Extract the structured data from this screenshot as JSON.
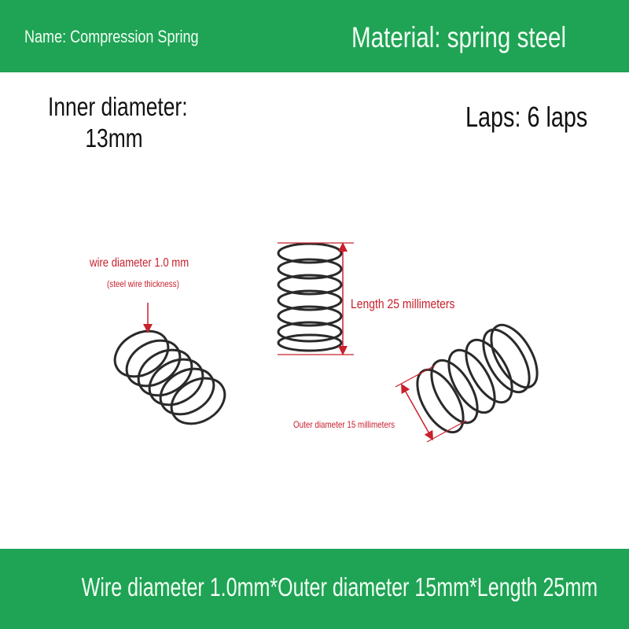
{
  "header": {
    "name_label": "Name: Compression Spring",
    "material_label": "Material: spring steel"
  },
  "specs": {
    "inner_diameter_label": "Inner diameter:",
    "inner_diameter_value": "13mm",
    "laps_label": "Laps: 6 laps"
  },
  "annotations": {
    "wire_diameter": "wire diameter 1.0 mm",
    "wire_diameter_sub": "(steel wire thickness)",
    "length": "Length 25 millimeters",
    "outer_diameter": "Outer diameter 15 millimeters"
  },
  "footer": {
    "summary": "Wire diameter 1.0mm*Outer diameter 15mm*Length 25mm"
  },
  "colors": {
    "banner_green": "#1fa355",
    "banner_text": "#f2fff4",
    "annotation_red": "#c8202d",
    "spring_dark": "#2a2a2a"
  }
}
